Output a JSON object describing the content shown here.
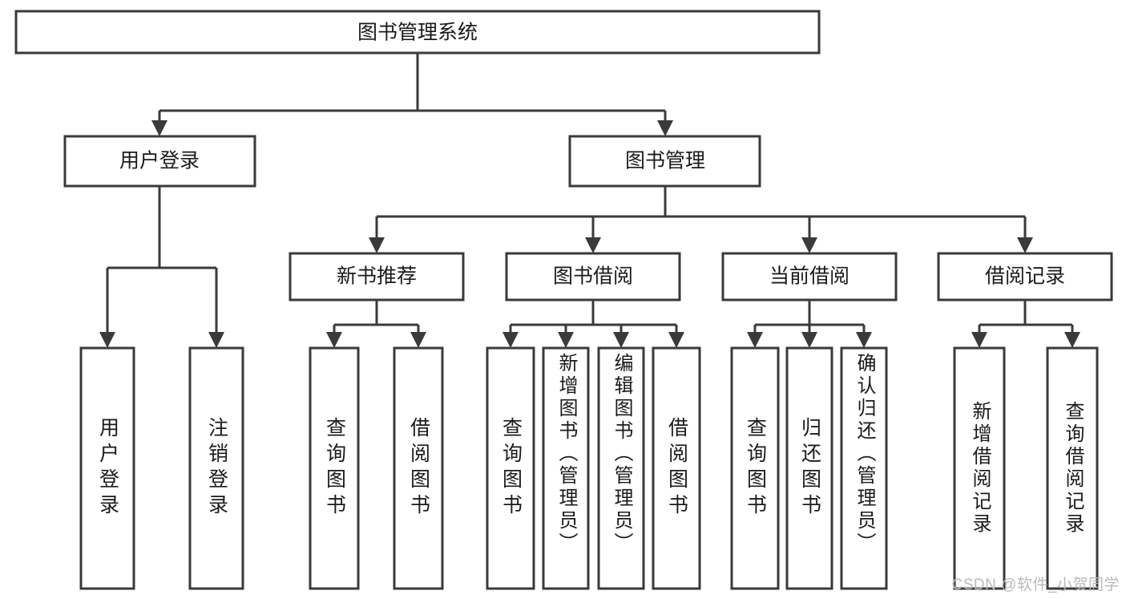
{
  "diagram": {
    "title": "图书管理系统",
    "type": "hierarchy-tree",
    "watermark": "CSDN @软件_小贺同学",
    "colors": {
      "stroke": "#3a3a3a",
      "fill": "#ffffff",
      "text": "#1a1a1a",
      "watermark": "#b9b9b9"
    },
    "root": {
      "label": "图书管理系统"
    },
    "level2": [
      {
        "id": "user-login",
        "label": "用户登录"
      },
      {
        "id": "book-management",
        "label": "图书管理"
      }
    ],
    "level3": [
      {
        "id": "new-book-recommend",
        "label": "新书推荐",
        "parent": "book-management"
      },
      {
        "id": "book-borrow",
        "label": "图书借阅",
        "parent": "book-management"
      },
      {
        "id": "current-borrow",
        "label": "当前借阅",
        "parent": "book-management"
      },
      {
        "id": "borrow-record",
        "label": "借阅记录",
        "parent": "book-management"
      }
    ],
    "leaves": [
      {
        "id": "leaf-user-login",
        "label": "用户登录",
        "parent": "user-login"
      },
      {
        "id": "leaf-logout-login",
        "label": "注销登录",
        "parent": "user-login"
      },
      {
        "id": "leaf-query-book-1",
        "label": "查询图书",
        "parent": "new-book-recommend"
      },
      {
        "id": "leaf-borrow-book-1",
        "label": "借阅图书",
        "parent": "new-book-recommend"
      },
      {
        "id": "leaf-query-book-2",
        "label": "查询图书",
        "parent": "book-borrow"
      },
      {
        "id": "leaf-add-book",
        "label": "新增图书（管理员）",
        "parent": "book-borrow"
      },
      {
        "id": "leaf-edit-book",
        "label": "编辑图书（管理员）",
        "parent": "book-borrow"
      },
      {
        "id": "leaf-borrow-book-2",
        "label": "借阅图书",
        "parent": "book-borrow"
      },
      {
        "id": "leaf-query-book-3",
        "label": "查询图书",
        "parent": "current-borrow"
      },
      {
        "id": "leaf-return-book",
        "label": "归还图书",
        "parent": "current-borrow"
      },
      {
        "id": "leaf-confirm-return",
        "label": "确认归还（管理员）",
        "parent": "current-borrow"
      },
      {
        "id": "leaf-add-record",
        "label": "新增借阅记录",
        "parent": "borrow-record"
      },
      {
        "id": "leaf-query-record",
        "label": "查询借阅记录",
        "parent": "borrow-record"
      }
    ]
  }
}
